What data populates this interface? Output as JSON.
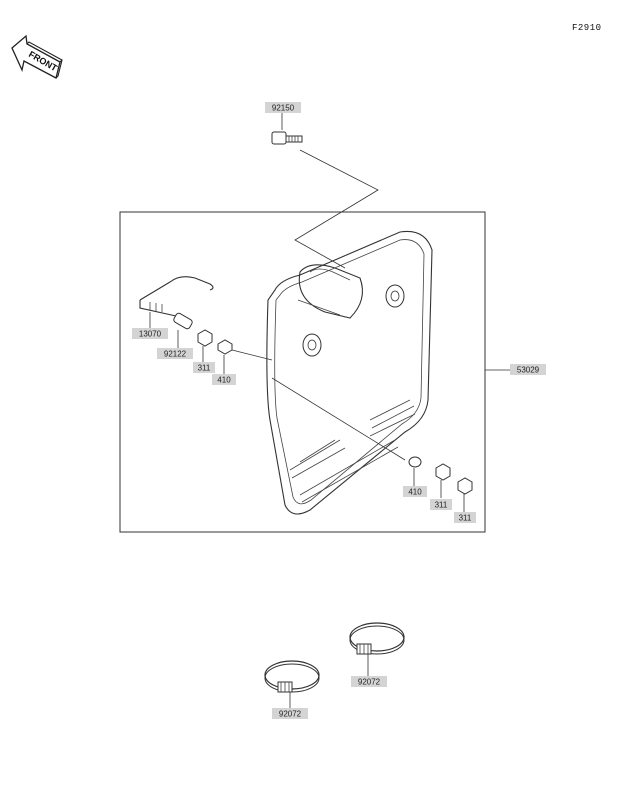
{
  "figure_code": "F2910",
  "front_arrow": {
    "text": "FRONT",
    "icon": "front-arrow-icon"
  },
  "parts": [
    {
      "id": "part-92150",
      "number": "92150"
    },
    {
      "id": "part-53029",
      "number": "53029"
    },
    {
      "id": "part-13070",
      "number": "13070"
    },
    {
      "id": "part-92122",
      "number": "92122"
    },
    {
      "id": "part-311-a",
      "number": "311"
    },
    {
      "id": "part-410-a",
      "number": "410"
    },
    {
      "id": "part-410-b",
      "number": "410"
    },
    {
      "id": "part-311-b",
      "number": "311"
    },
    {
      "id": "part-311-c",
      "number": "311"
    },
    {
      "id": "part-92072-a",
      "number": "92072"
    },
    {
      "id": "part-92072-b",
      "number": "92072"
    }
  ],
  "colors": {
    "line": "#333333",
    "label_bg": "#d4d4d4"
  }
}
